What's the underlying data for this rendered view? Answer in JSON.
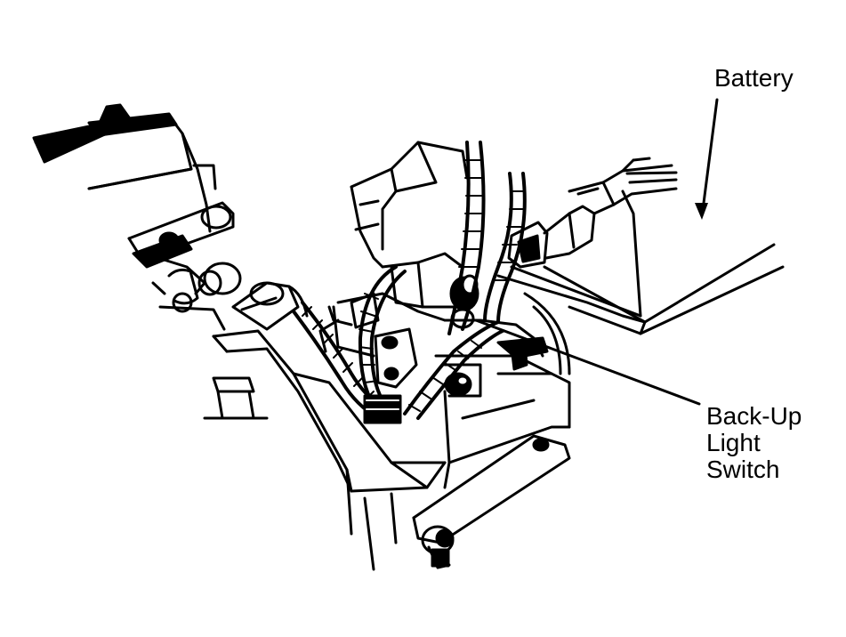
{
  "labels": {
    "battery": "Battery",
    "backup_line1": "Back-Up",
    "backup_line2": "Light",
    "backup_line3": "Switch"
  },
  "colors": {
    "ink": "#000000",
    "paper": "#ffffff"
  }
}
